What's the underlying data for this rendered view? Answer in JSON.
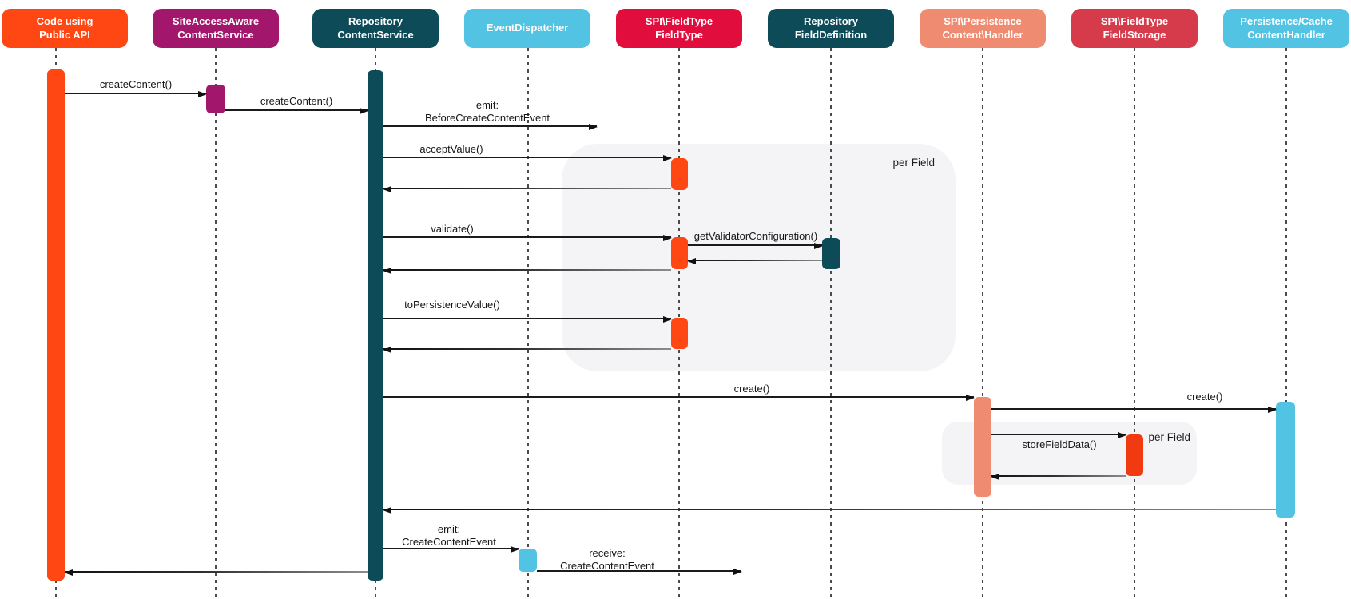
{
  "diagram": {
    "type": "uml-sequence-diagram",
    "background": "#ffffff",
    "group_fill": "#f4f4f7",
    "participants": [
      {
        "id": "code-using-public-api",
        "label": "Code using\nPublic API",
        "color": "#FF4713",
        "text_color": "#ffffff"
      },
      {
        "id": "siteaccessaware-contentservice",
        "label": "SiteAccessAware\nContentService",
        "color": "#A2176B",
        "text_color": "#ffffff"
      },
      {
        "id": "repository-contentservice",
        "label": "Repository\nContentService",
        "color": "#0E4B58",
        "text_color": "#ffffff"
      },
      {
        "id": "eventdispatcher",
        "label": "EventDispatcher",
        "color": "#53C3E3",
        "text_color": "#ffffff"
      },
      {
        "id": "spi-fieldtype-fieldtype",
        "label": "SPI\\FieldType\nFieldType",
        "color": "#E00D3D",
        "text_color": "#ffffff"
      },
      {
        "id": "repository-fielddefinition",
        "label": "Repository\nFieldDefinition",
        "color": "#0E4B58",
        "text_color": "#ffffff"
      },
      {
        "id": "spi-persistence-content-handler",
        "label": "SPI\\Persistence\nContent\\Handler",
        "color": "#EF8B70",
        "text_color": "#ffffff"
      },
      {
        "id": "spi-fieldtype-fieldstorage",
        "label": "SPI\\FieldType\nFieldStorage",
        "color": "#D63B4B",
        "text_color": "#ffffff"
      },
      {
        "id": "persistence-cache-contenthandler",
        "label": "Persistence/Cache\nContentHandler",
        "color": "#53C3E3",
        "text_color": "#ffffff",
        "bold": true
      }
    ],
    "groups": [
      {
        "label": "per Field"
      },
      {
        "label": "per Field"
      }
    ],
    "messages": [
      {
        "label": "createContent()",
        "from": "code-using-public-api",
        "to": "siteaccessaware-contentservice"
      },
      {
        "label": "createContent()",
        "from": "siteaccessaware-contentservice",
        "to": "repository-contentservice"
      },
      {
        "label": "emit:\nBeforeCreateContentEvent",
        "from": "repository-contentservice",
        "to": "eventdispatcher"
      },
      {
        "label": "acceptValue()",
        "from": "repository-contentservice",
        "to": "spi-fieldtype-fieldtype"
      },
      {
        "label": "validate()",
        "from": "repository-contentservice",
        "to": "spi-fieldtype-fieldtype"
      },
      {
        "label": "getValidatorConfiguration()",
        "from": "spi-fieldtype-fieldtype",
        "to": "repository-fielddefinition"
      },
      {
        "label": "toPersistenceValue()",
        "from": "repository-contentservice",
        "to": "spi-fieldtype-fieldtype"
      },
      {
        "label": "create()",
        "from": "repository-contentservice",
        "to": "spi-persistence-content-handler"
      },
      {
        "label": "create()",
        "from": "spi-persistence-content-handler",
        "to": "persistence-cache-contenthandler"
      },
      {
        "label": "storeFieldData()",
        "from": "spi-persistence-content-handler",
        "to": "spi-fieldtype-fieldstorage"
      },
      {
        "label": "emit:\nCreateContentEvent",
        "from": "repository-contentservice",
        "to": "eventdispatcher"
      },
      {
        "label": "receive:\nCreateContentEvent",
        "from": "eventdispatcher",
        "to": ""
      }
    ]
  }
}
